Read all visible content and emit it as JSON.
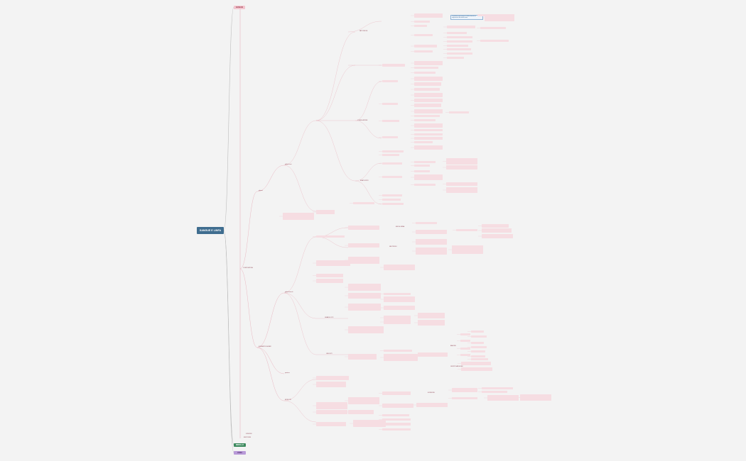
{
  "root": {
    "label": "SANGUE E LINFA"
  },
  "top_tags": [
    {
      "id": "sangue",
      "label": "SANGUE",
      "color": "#f2c6cf",
      "text_color": "#9a2d40"
    },
    {
      "id": "midollo",
      "label": "MIDOLLO",
      "color": "#3d8a5e",
      "text_color": "#ffffff"
    },
    {
      "id": "linfa",
      "label": "LINFA",
      "color": "#b99ad8",
      "text_color": "#4a2a6a"
    }
  ],
  "branches": {
    "composizione": "COMPOSIZIONE",
    "funzioni": "FUNZIONI",
    "emopoiesi": "EMOPOIESI"
  },
  "sub_branches": {
    "plasma": "plasma",
    "elementi_figurati": "ELEMENTI FIGURATI",
    "globuli_rossi": "globuli rossi",
    "globuli_bianchi": "globuli bianchi",
    "piastrine": "piastrine"
  },
  "nodes": {
    "emoglobina": "EMOGLOBINA",
    "granulociti": "GRANULOCITI",
    "linfociti": "LINFOCITI",
    "monociti": "MONOCITI",
    "neutrofili": "NEUTROFILI",
    "eosinofili": "EOSINOFILI",
    "basofili": "BASOFILI",
    "gruppi_sanguigni": "GRUPPI SANGUIGNI",
    "fattore_rh": "FATTORE RH",
    "coagulazione": "COAGULAZIONE",
    "ematocrito": "EMATOCRITO"
  },
  "notes": {
    "blue_note": "Le piastrine sono frammenti cellulari derivati dai megacariociti del midollo osseo"
  }
}
